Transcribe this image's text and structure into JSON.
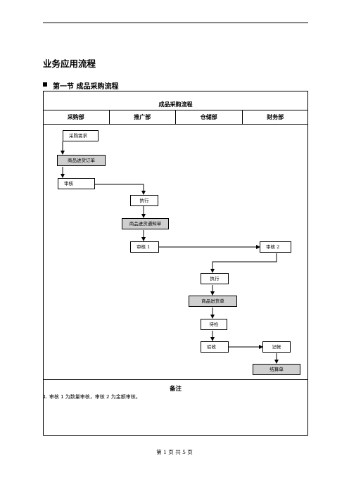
{
  "doc": {
    "title": "业务应用流程",
    "section": "第一节  成品采购流程"
  },
  "chart": {
    "title": "成品采购流程",
    "departments": [
      "采购部",
      "推广部",
      "仓储部",
      "财务部"
    ]
  },
  "steps": {
    "purchase_request": "采购需求",
    "goods_order": "商品进货订单",
    "review": "审核",
    "execute_1": "执行",
    "goods_notice": "商品进货通知单",
    "review_1": "审核 1",
    "review_2": "审核 2",
    "execute_2": "执行",
    "goods_receipt": "商品进货单",
    "pending_inspection": "待检",
    "acceptance": "验收",
    "bookkeeping": "记帐",
    "settlement": "结算单"
  },
  "notes": {
    "title": "备注",
    "item_1": "1.  审核 1 为数量审核，审核 2 为金额审核。"
  },
  "footer": {
    "page": "第 1 页 共 5 页"
  }
}
